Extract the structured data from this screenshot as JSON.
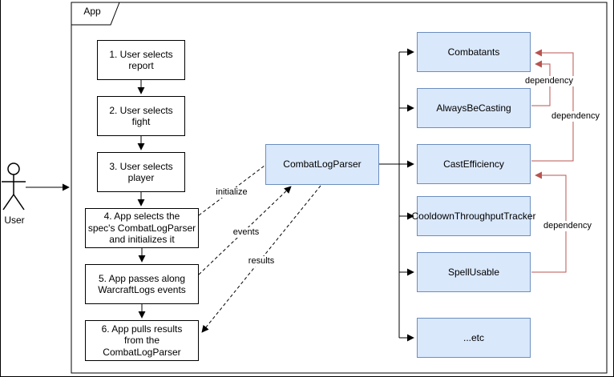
{
  "diagram": {
    "frame_label": "App",
    "actor_label": "User",
    "steps": [
      "1. User selects\nreport",
      "2. User selects\nfight",
      "3. User selects\nplayer",
      "4. App selects the\nspec's CombatLogParser\nand initializes it",
      "5. App passes along\nWarcraftLogs events",
      "6. App pulls results\nfrom the\nCombatLogParser"
    ],
    "parser_label": "CombatLogParser",
    "modules": [
      "Combatants",
      "AlwaysBeCasting",
      "CastEfficiency",
      "CooldownThroughputTracker",
      "SpellUsable",
      "...etc"
    ],
    "edge_labels": {
      "initialize": "initialize",
      "events": "events",
      "results": "results",
      "dependency_always_be_casting": "dependency",
      "dependency_cast_efficiency": "dependency",
      "dependency_spell_usable": "dependency"
    },
    "colors": {
      "module_fill": "#dae8fc",
      "module_border": "#6c8ebf",
      "dependency_line": "#b85450",
      "flow_line": "#000000"
    }
  }
}
